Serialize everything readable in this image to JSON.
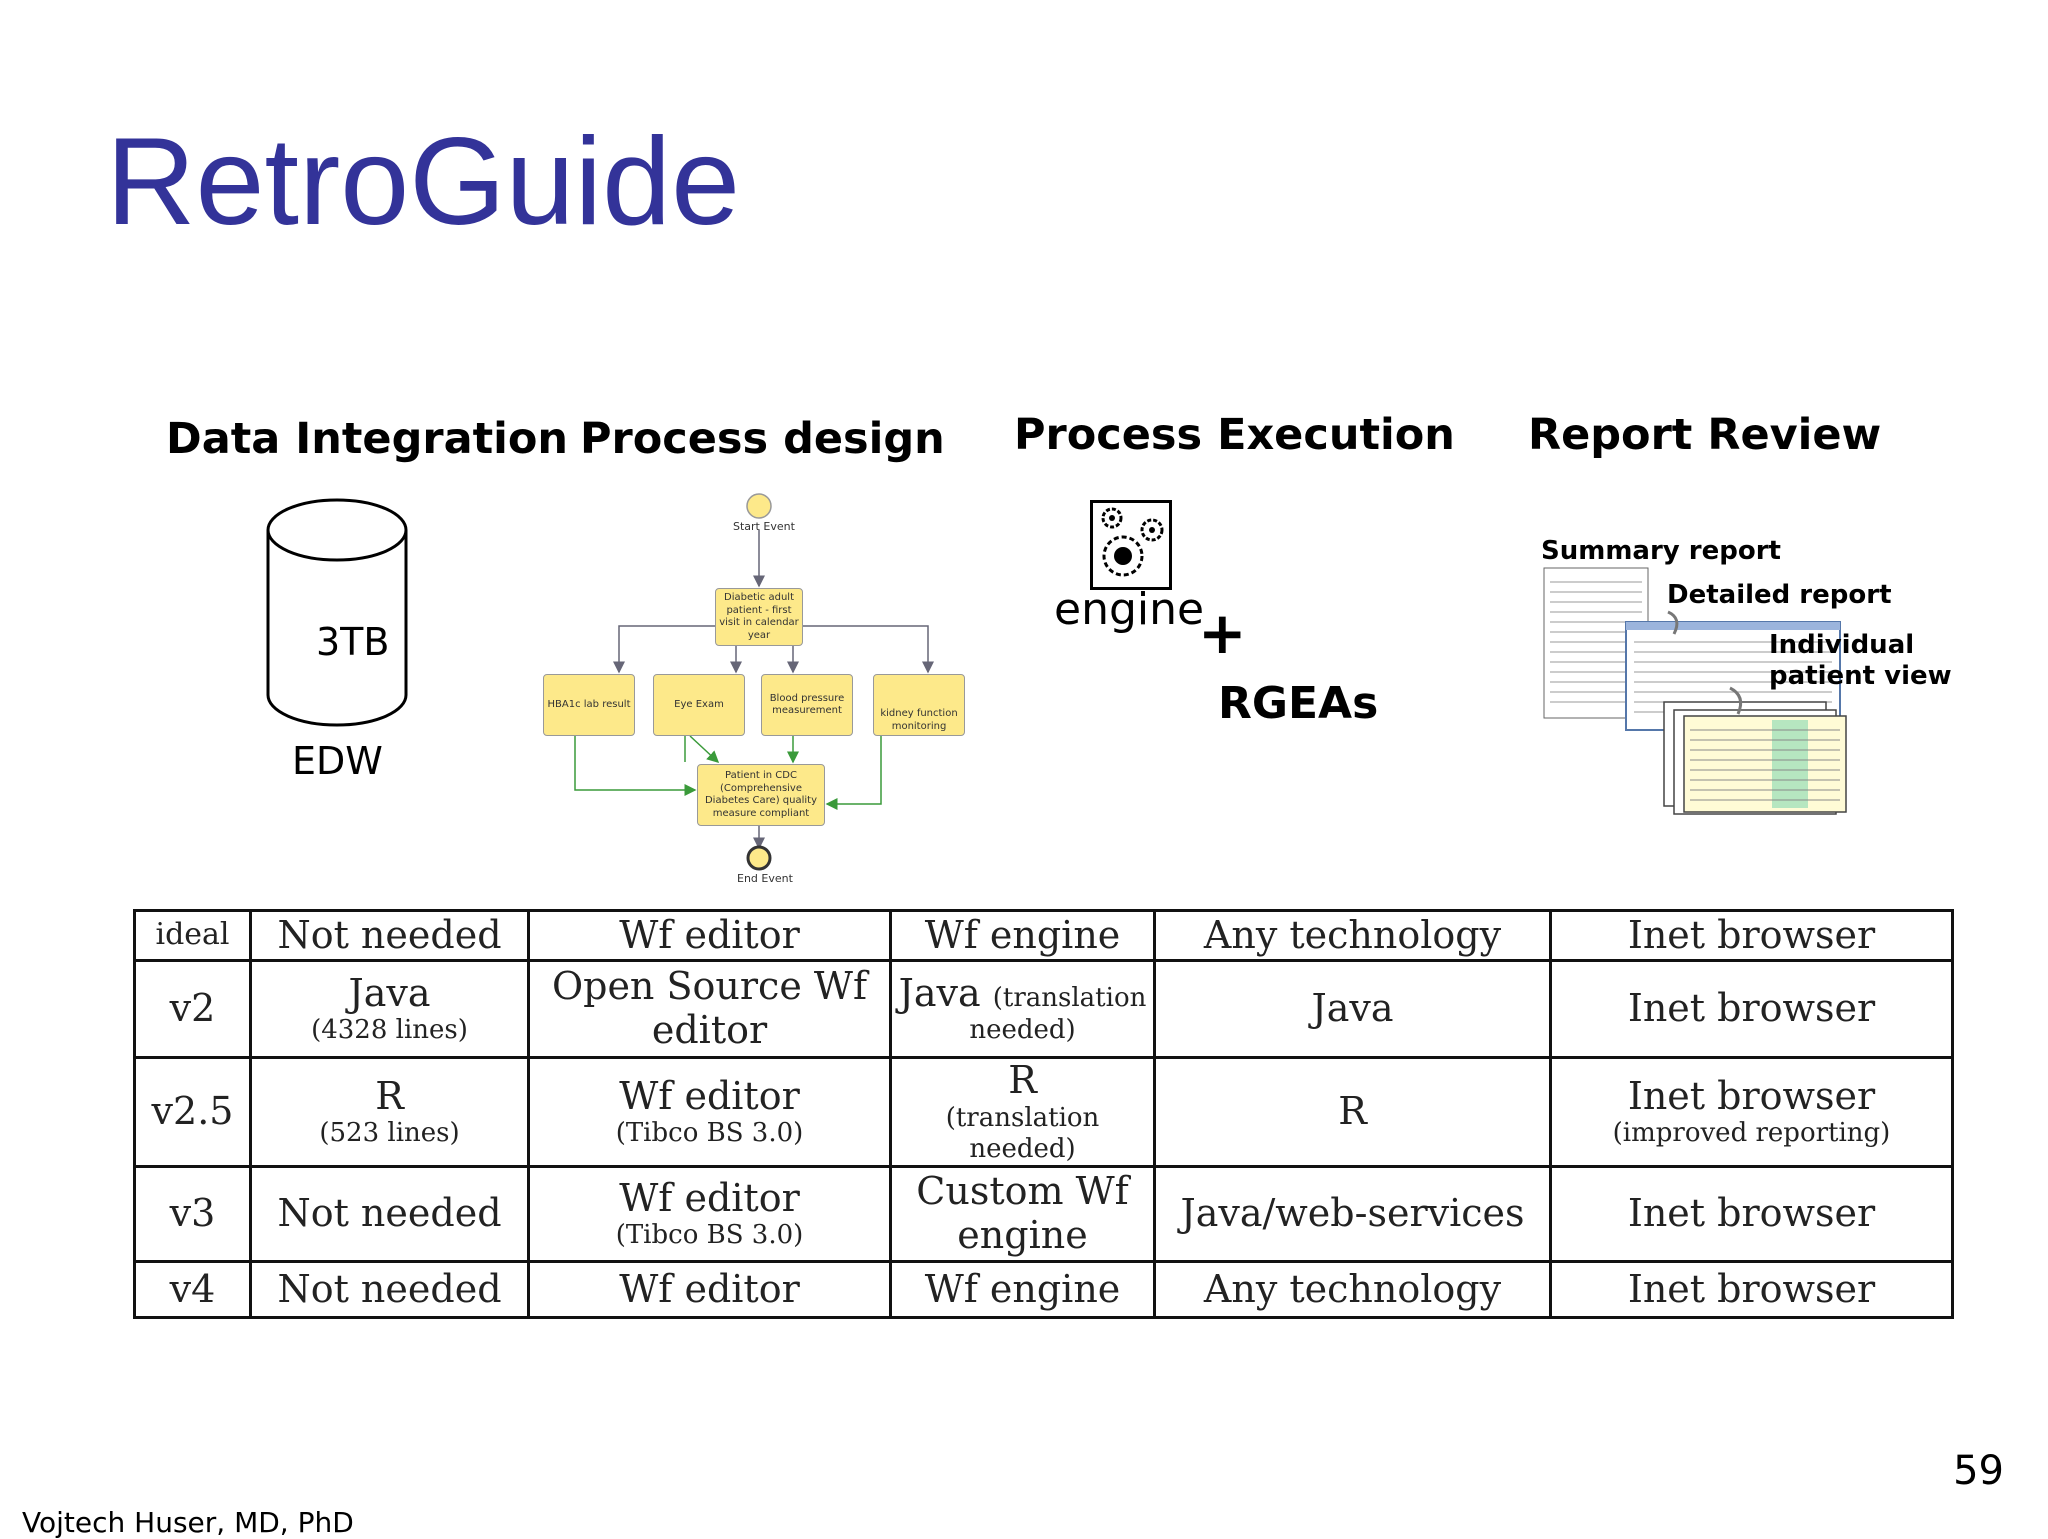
{
  "slide": {
    "title": "RetroGuide",
    "page_number": "59",
    "author": "Vojtech Huser, MD, PhD"
  },
  "phases": [
    {
      "label": "Data Integration"
    },
    {
      "label": "Process design"
    },
    {
      "label": "Process Execution"
    },
    {
      "label": "Report Review"
    }
  ],
  "data_integration": {
    "size": "3TB",
    "db_label": "EDW"
  },
  "process_design": {
    "start": "Start Event",
    "diabetic": "Diabetic adult patient - first visit in calendar year",
    "hba1c": "HBA1c lab result",
    "eye": "Eye Exam",
    "bp": "Blood pressure measurement",
    "kidney": "kidney function monitoring",
    "cdc": "Patient in CDC (Comprehensive Diabetes Care) quality measure compliant",
    "end": "End Event"
  },
  "process_execution": {
    "engine": "engine",
    "plus": "+",
    "rgeas": "RGEAs"
  },
  "report_review": {
    "summary": "Summary report",
    "detailed": "Detailed report",
    "individual": "Individual patient view"
  },
  "versions": [
    {
      "version": "ideal",
      "data": "Not needed",
      "data_sub": "",
      "design": "Wf editor",
      "design_sub": "",
      "engine": "Wf engine",
      "engine_note": "",
      "engine_sub": "",
      "rgea": "Any technology",
      "review": "Inet browser",
      "review_sub": ""
    },
    {
      "version": "v2",
      "data": "Java",
      "data_sub": "(4328 lines)",
      "design": "Open Source Wf editor",
      "design_sub": "",
      "engine": "Java",
      "engine_note": "(translation",
      "engine_sub": "needed)",
      "rgea": "Java",
      "review": "Inet browser",
      "review_sub": ""
    },
    {
      "version": "v2.5",
      "data": "R",
      "data_sub": "(523 lines)",
      "design": "Wf editor",
      "design_sub": "(Tibco BS 3.0)",
      "engine": "R",
      "engine_note": "",
      "engine_sub": "(translation needed)",
      "rgea": "R",
      "review": "Inet browser",
      "review_sub": "(improved reporting)"
    },
    {
      "version": "v3",
      "data": "Not needed",
      "data_sub": "",
      "design": "Wf editor",
      "design_sub": "(Tibco BS 3.0)",
      "engine": "Custom Wf engine",
      "engine_note": "",
      "engine_sub": "",
      "rgea": "Java/web-services",
      "review": "Inet browser",
      "review_sub": ""
    },
    {
      "version": "v4",
      "data": "Not needed",
      "data_sub": "",
      "design": "Wf editor",
      "design_sub": "",
      "engine": "Wf engine",
      "engine_note": "",
      "engine_sub": "",
      "rgea": "Any technology",
      "review": "Inet browser",
      "review_sub": ""
    }
  ]
}
